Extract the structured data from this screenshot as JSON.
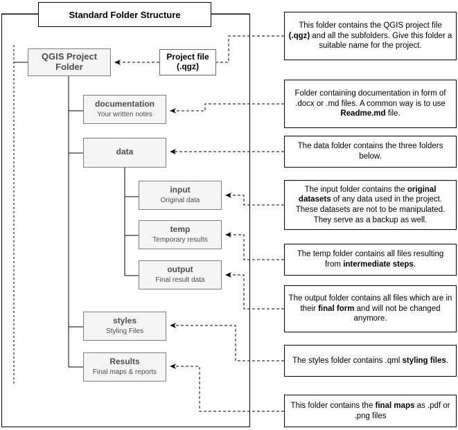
{
  "diagram": {
    "title": "Standard Folder Structure",
    "root": {
      "label": "QGIS Project Folder"
    },
    "project_file": {
      "line1": "Project file",
      "line2": "(.qgz)"
    },
    "folders": [
      {
        "name": "documentation",
        "subtitle": "Your written notes"
      },
      {
        "name": "data",
        "subtitle": ""
      },
      {
        "name": "input",
        "subtitle": "Original data"
      },
      {
        "name": "temp",
        "subtitle": "Temporary results"
      },
      {
        "name": "output",
        "subtitle": "Final result data"
      },
      {
        "name": "styles",
        "subtitle": "Styling Files"
      },
      {
        "name": "Results",
        "subtitle": "Final maps & reports"
      }
    ],
    "notes": [
      {
        "id": "note-project-folder",
        "text_html": "This folder contains the QGIS project file <b>(.qgz)</b> and all the subfolders. Give this folder a suitable name for the project."
      },
      {
        "id": "note-documentation",
        "text_html": "Folder containing documentation in form of .docx or .md files. A common way is to use <b>Readme.md</b> file."
      },
      {
        "id": "note-data",
        "text_html": "The data folder contains the three folders below."
      },
      {
        "id": "note-input",
        "text_html": "The input folder contains the <b>original datasets</b> of any data used in the project. These datasets are not to be manipulated. They serve as a backup as well."
      },
      {
        "id": "note-temp",
        "text_html": "The temp folder contains all files resulting from <b>intermediate steps</b>."
      },
      {
        "id": "note-output",
        "text_html": "The output folder contains all files which are in their <b>final form</b> and will not be changed anymore."
      },
      {
        "id": "note-styles",
        "text_html": "The styles folder contains .qml <b>styling files</b>."
      },
      {
        "id": "note-results",
        "text_html": "This folder contains the <b>final maps</b> as .pdf or .png files"
      }
    ],
    "colors": {
      "node_fill": "#f5f5f5",
      "node_stroke": "#7c7c7c",
      "note_stroke": "#000000",
      "connector": "#000000",
      "text": "#4d4d4d"
    }
  }
}
